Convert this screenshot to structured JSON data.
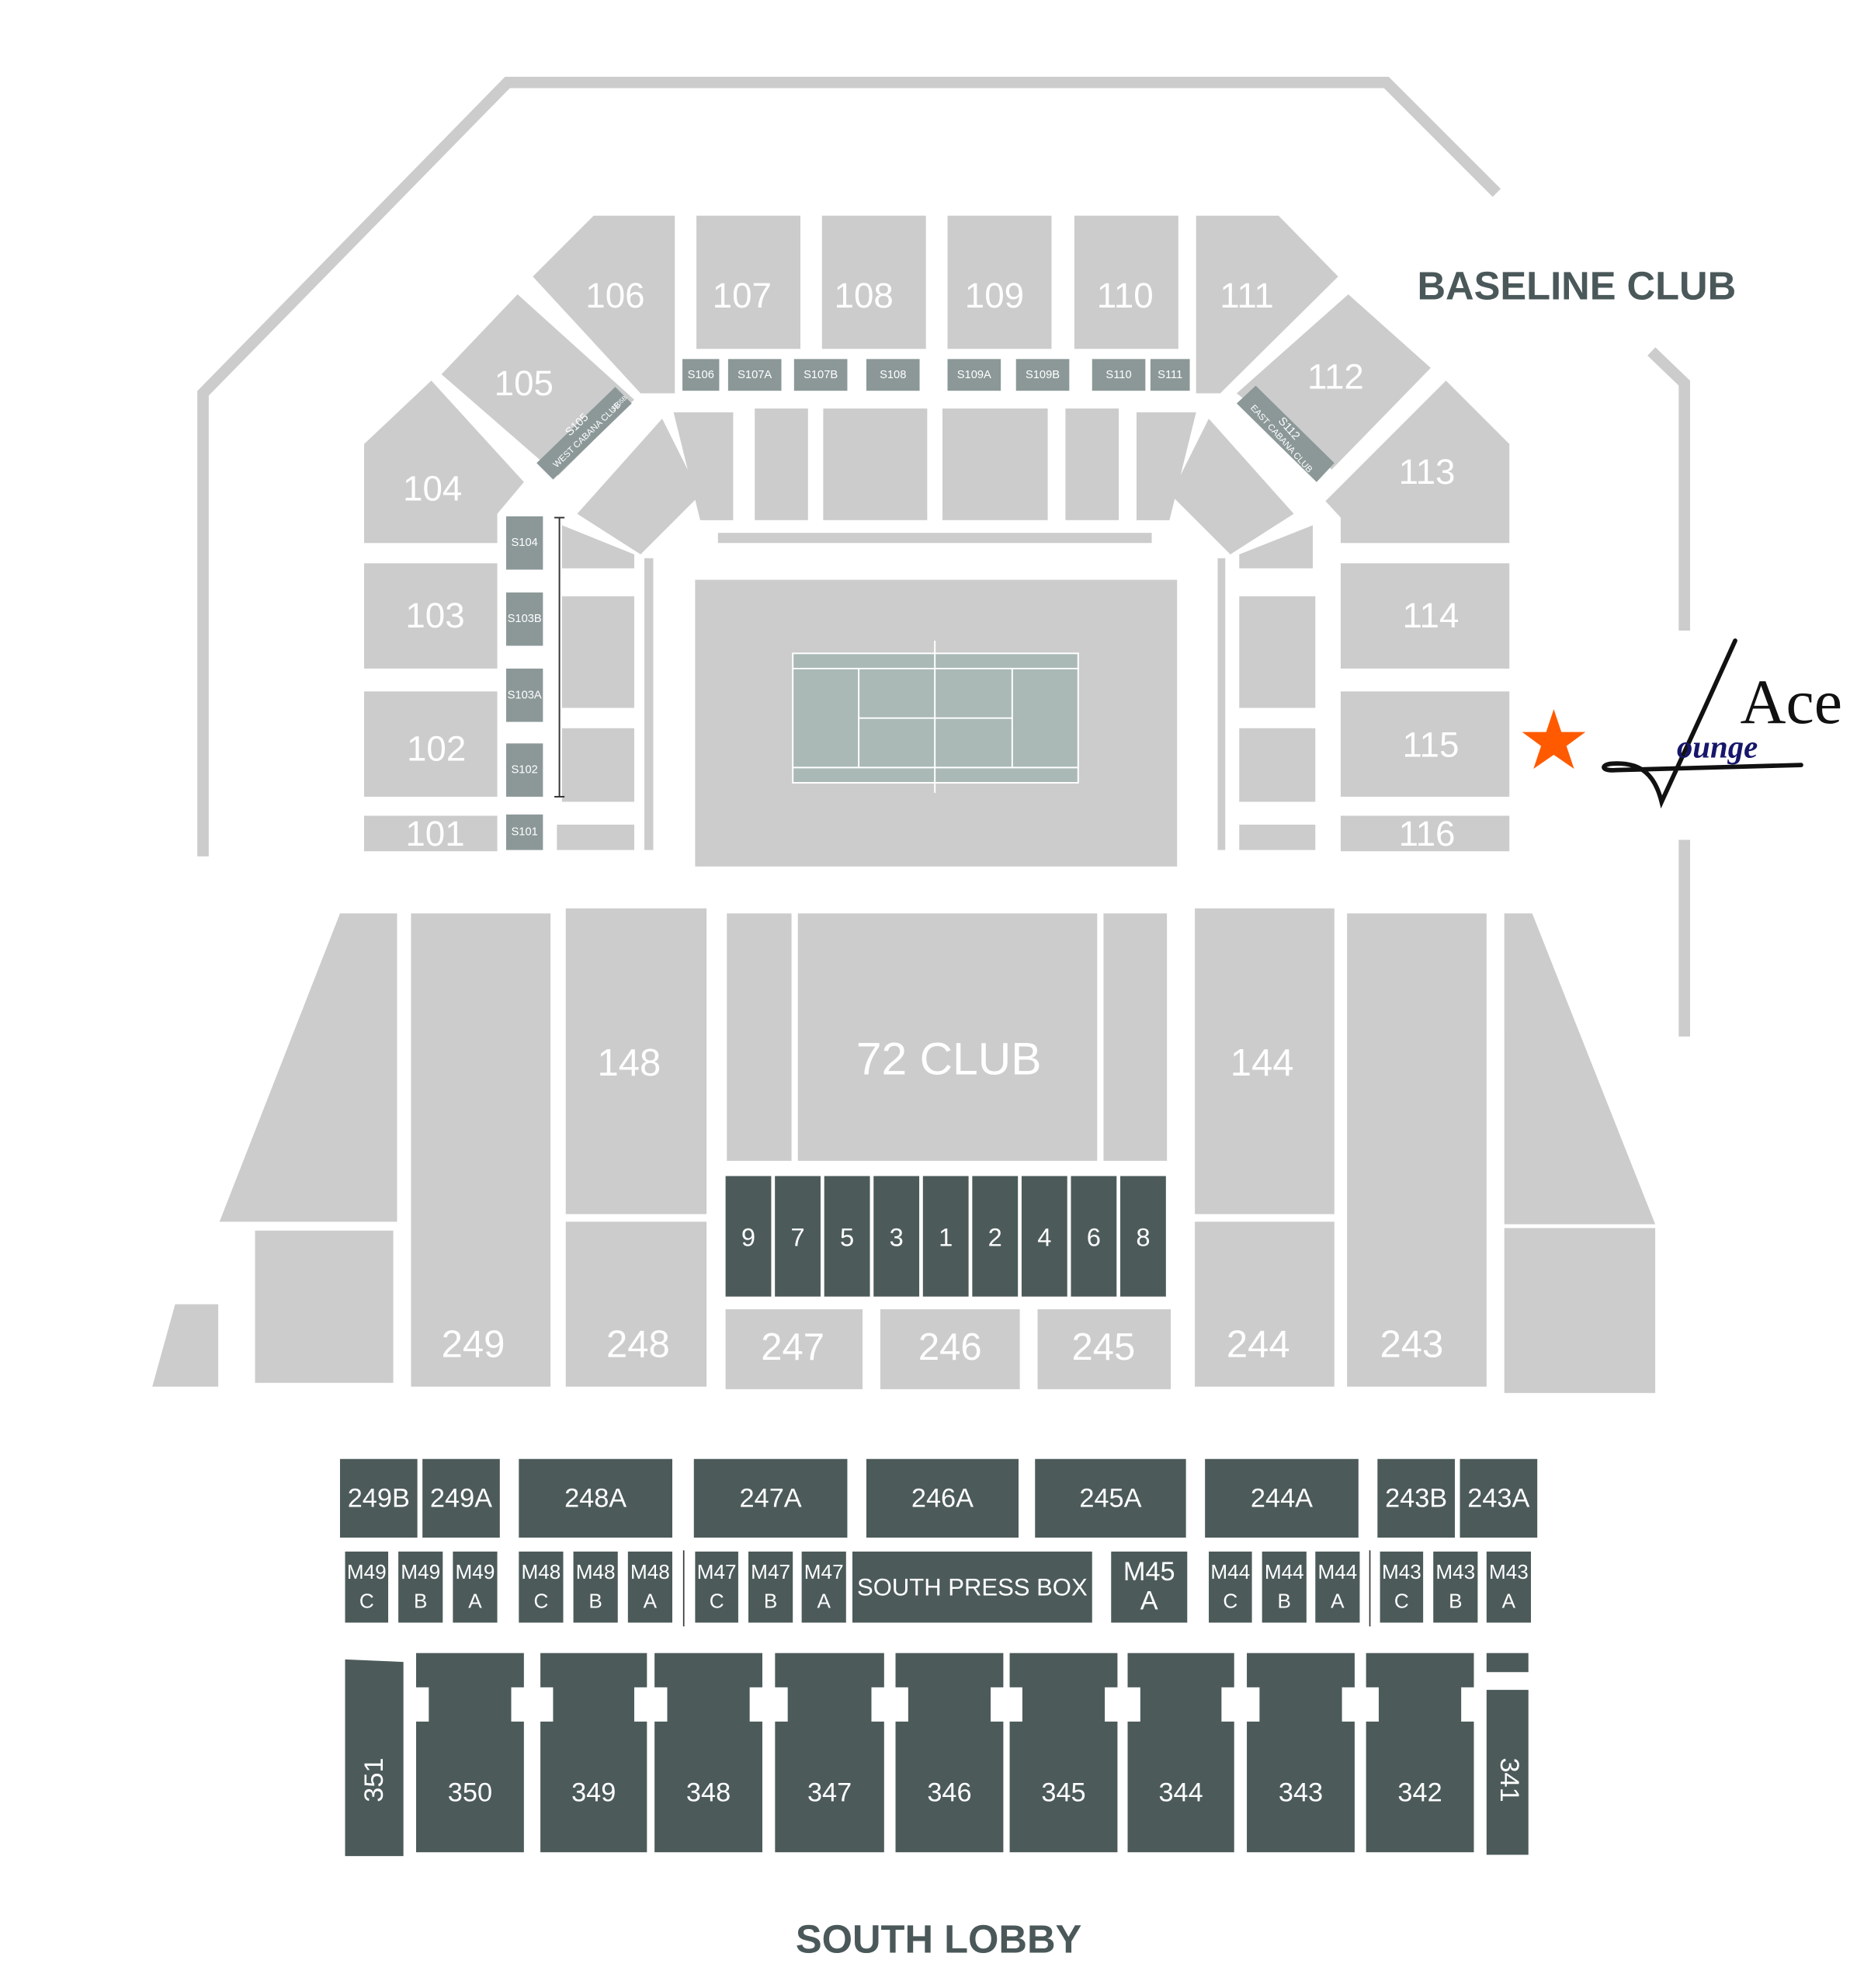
{
  "headings": {
    "baseline_club": "BASELINE CLUB",
    "south_lobby": "SOUTH LOBBY"
  },
  "logo": {
    "line1": "Ace",
    "line2": "ounge",
    "marker_icon": "star-icon"
  },
  "colors": {
    "section_light": "#cccccc",
    "suite": "#8b9897",
    "loge_dark": "#4c5b5a",
    "court": "#aab9b6",
    "heading_text": "#4a5859",
    "marker": "#ff5a00",
    "logo_navy": "#16166a"
  },
  "lower_bowl": [
    "101",
    "102",
    "103",
    "104",
    "105",
    "106",
    "107",
    "108",
    "109",
    "110",
    "111",
    "112",
    "113",
    "114",
    "115",
    "116"
  ],
  "suites": [
    "S101",
    "S102",
    "S103A",
    "S103B",
    "S104",
    "S106",
    "S107A",
    "S107B",
    "S108",
    "S109A",
    "S109B",
    "S110",
    "S111"
  ],
  "cabanas": {
    "west": {
      "code": "S105",
      "name": "WEST CABANA CLUB",
      "sub": "S105B"
    },
    "east": {
      "code": "S112",
      "name": "EAST CABANA CLUB"
    }
  },
  "plaza": [
    "249",
    "148",
    "248",
    "72 CLUB",
    "247",
    "246",
    "245",
    "144",
    "244",
    "243"
  ],
  "courtside_boxes": [
    "9",
    "7",
    "5",
    "3",
    "1",
    "2",
    "4",
    "6",
    "8"
  ],
  "loge": [
    "249B",
    "249A",
    "248A",
    "247A",
    "246A",
    "245A",
    "244A",
    "243B",
    "243A"
  ],
  "mezzanine": [
    {
      "l1": "M49",
      "l2": "C"
    },
    {
      "l1": "M49",
      "l2": "B"
    },
    {
      "l1": "M49",
      "l2": "A"
    },
    {
      "l1": "M48",
      "l2": "C"
    },
    {
      "l1": "M48",
      "l2": "B"
    },
    {
      "l1": "M48",
      "l2": "A"
    },
    {
      "l1": "M47",
      "l2": "C"
    },
    {
      "l1": "M47",
      "l2": "B"
    },
    {
      "l1": "M47",
      "l2": "A"
    },
    {
      "l1": "SOUTH PRESS BOX",
      "l2": ""
    },
    {
      "l1": "M45",
      "l2": "A"
    },
    {
      "l1": "M44",
      "l2": "C"
    },
    {
      "l1": "M44",
      "l2": "B"
    },
    {
      "l1": "M44",
      "l2": "A"
    },
    {
      "l1": "M43",
      "l2": "C"
    },
    {
      "l1": "M43",
      "l2": "B"
    },
    {
      "l1": "M43",
      "l2": "A"
    }
  ],
  "upper": [
    "351",
    "350",
    "349",
    "348",
    "347",
    "346",
    "345",
    "344",
    "343",
    "342",
    "341"
  ]
}
